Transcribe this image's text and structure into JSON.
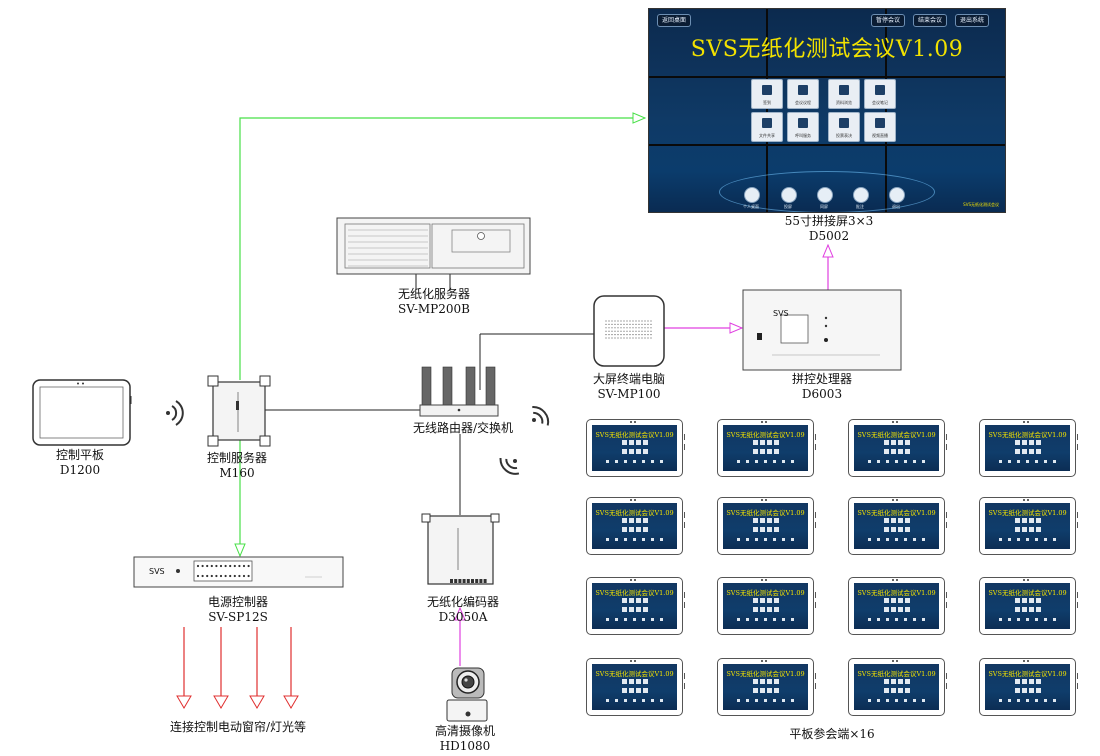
{
  "video_wall": {
    "title": "SVS无纸化测试会议V1.09",
    "top_buttons": [
      "返回桌面",
      "暂停会议",
      "结束会议",
      "退出系统"
    ],
    "apps_row1": [
      "签到",
      "会议议程",
      "资料浏览",
      "会议笔记"
    ],
    "apps_row2": [
      "文件共享",
      "呼叫服务",
      "投票表决",
      "视频直播"
    ],
    "dock": [
      "个人桌面",
      "投屏",
      "同屏",
      "批注",
      "退出"
    ],
    "footer": "SVS无纸化测试会议",
    "label": "55寸拼接屏3×3",
    "model": "D5002"
  },
  "devices": {
    "server": {
      "name": "无纸化服务器",
      "model": "SV-MP200B"
    },
    "large_pc": {
      "name": "大屏终端电脑",
      "model": "SV-MP100"
    },
    "splicer": {
      "name": "拼控处理器",
      "model": "D6003",
      "brand": "SVS"
    },
    "router": {
      "name": "无线路由器/交换机"
    },
    "tablet": {
      "name": "控制平板",
      "model": "D1200"
    },
    "control_server": {
      "name": "控制服务器",
      "model": "M160"
    },
    "power": {
      "name": "电源控制器",
      "model": "SV-SP12S",
      "brand": "SVS"
    },
    "encoder": {
      "name": "无纸化编码器",
      "model": "D3050A"
    },
    "camera": {
      "name": "高清摄像机",
      "model": "HD1080"
    },
    "outputs": {
      "label": "连接控制电动窗帘/灯光等"
    },
    "tablets_group": {
      "label": "平板参会端×16",
      "screen_title": "SVS无纸化测试会议V1.09"
    }
  },
  "colors": {
    "network": "#222222",
    "green_link": "#48e048",
    "magenta_link": "#e040e0",
    "red_link": "#e03030"
  }
}
